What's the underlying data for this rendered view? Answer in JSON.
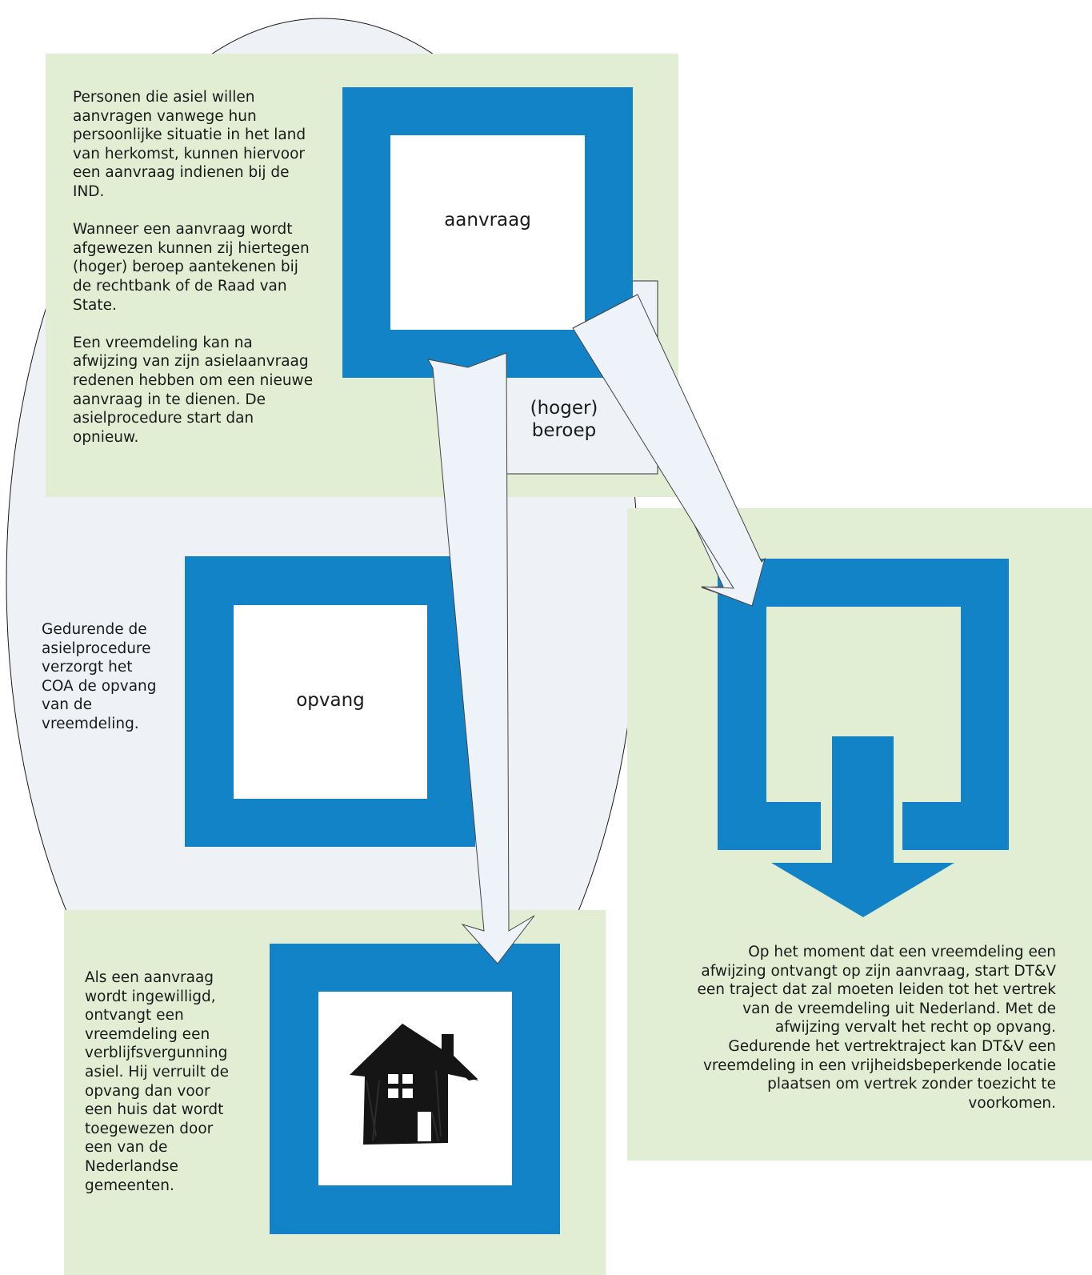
{
  "colors": {
    "panel_green": "#e2eed3",
    "ellipse_fill": "#eef2f7",
    "frame_blue": "#1383c8",
    "arrow_fill": "#eef3f9",
    "text": "#1a1a1a"
  },
  "nodes": {
    "aanvraag": {
      "label": "aanvraag"
    },
    "opvang": {
      "label": "opvang"
    },
    "hoger_beroep": {
      "label": "(hoger)\nberoep"
    }
  },
  "texts": {
    "aanvraag_panel": "Personen die asiel willen\naanvragen vanwege hun\npersoonlijke situatie in het land\nvan herkomst, kunnen hiervoor\neen aanvraag indienen bij de\nIND.\n\nWanneer een aanvraag wordt\nafgewezen kunnen zij hiertegen\n(hoger) beroep aantekenen bij\nde rechtbank of de Raad van\nState.\n\nEen vreemdeling kan na\nafwijzing van zijn asielaanvraag\nredenen hebben om een nieuwe\naanvraag in te dienen. De\nasielprocedure start dan\nopnieuw.",
    "opvang_panel": "Gedurende de\nasielprocedure\nverzorgt het\nCOA de opvang\nvan de\nvreemdeling.",
    "ingewilligd_panel": "Als een aanvraag\nwordt ingewilligd,\nontvangt een\nvreemdeling een\nverblijfsvergunning\nasiel. Hij verruilt de\nopvang dan voor\neen huis dat wordt\ntoegewezen door\neen van de\nNederlandse\ngemeenten.",
    "afwijzing_panel": "Op het moment dat een vreemdeling een\nafwijzing ontvangt op zijn aanvraag, start DT&V\neen traject dat zal moeten leiden tot het vertrek\nvan de vreemdeling uit Nederland. Met de\nafwijzing vervalt het recht op opvang.\nGedurende het vertrektraject kan DT&V een\nvreemdeling in een vrijheidsbeperkende locatie\nplaatsen om vertrek zonder toezicht te\nvoorkomen."
  },
  "icons": {
    "house": "house-icon",
    "exit_arrow": "arrow-down-icon"
  }
}
